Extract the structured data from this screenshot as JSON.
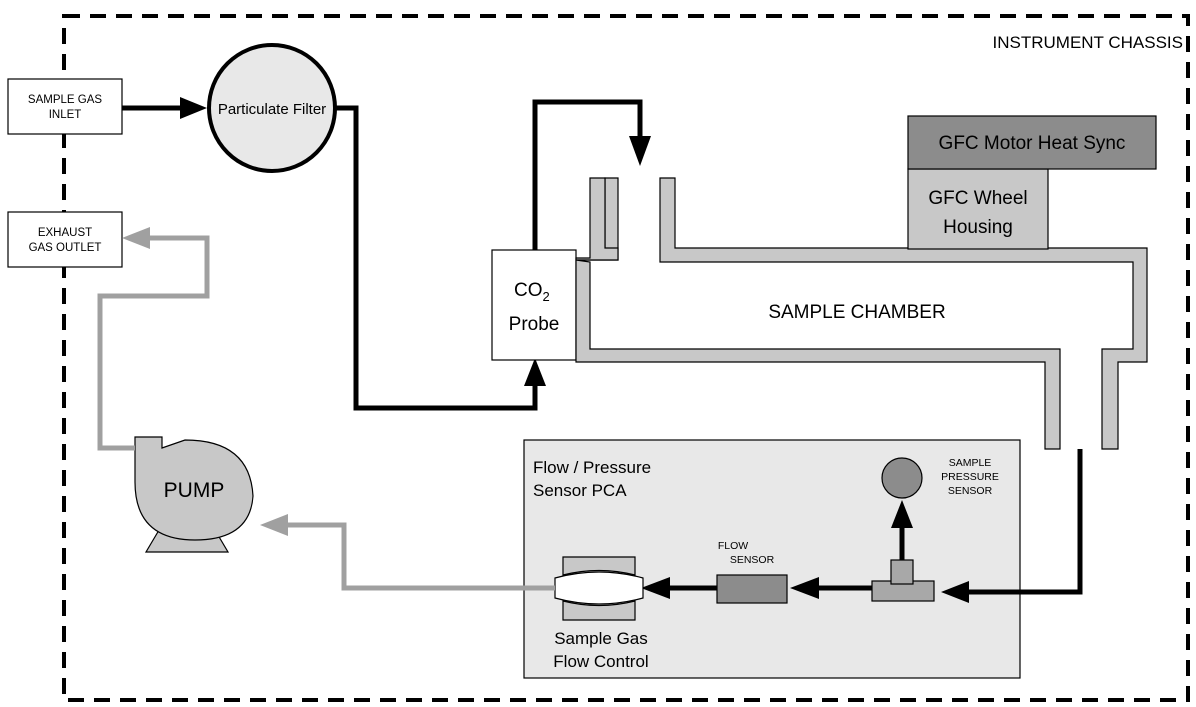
{
  "chassis": {
    "label": "INSTRUMENT CHASSIS"
  },
  "inlet": {
    "line1": "SAMPLE GAS",
    "line2": "INLET"
  },
  "exhaust": {
    "line1": "EXHAUST",
    "line2": "GAS OUTLET"
  },
  "filter": {
    "label": "Particulate Filter"
  },
  "co2_probe": {
    "line1": "CO",
    "subscript": "2",
    "line2": "Probe"
  },
  "gfc_motor": {
    "label": "GFC Motor Heat Sync"
  },
  "gfc_wheel": {
    "line1": "GFC Wheel",
    "line2": "Housing"
  },
  "chamber": {
    "label": "SAMPLE CHAMBER"
  },
  "pca": {
    "line1": "Flow / Pressure",
    "line2": "Sensor PCA"
  },
  "pressure_sensor": {
    "line1": "SAMPLE",
    "line2": "PRESSURE",
    "line3": "SENSOR"
  },
  "flow_sensor": {
    "line1": "FLOW",
    "line2": "SENSOR"
  },
  "flow_control": {
    "line1": "Sample Gas",
    "line2": "Flow Control"
  },
  "pump": {
    "label": "PUMP"
  },
  "colors": {
    "flow_black": "#000000",
    "flow_gray": "#a0a0a0",
    "component_fill": "#c8c8c8",
    "motor_fill": "#8c8c8c",
    "pca_fill": "#e8e8e8"
  }
}
